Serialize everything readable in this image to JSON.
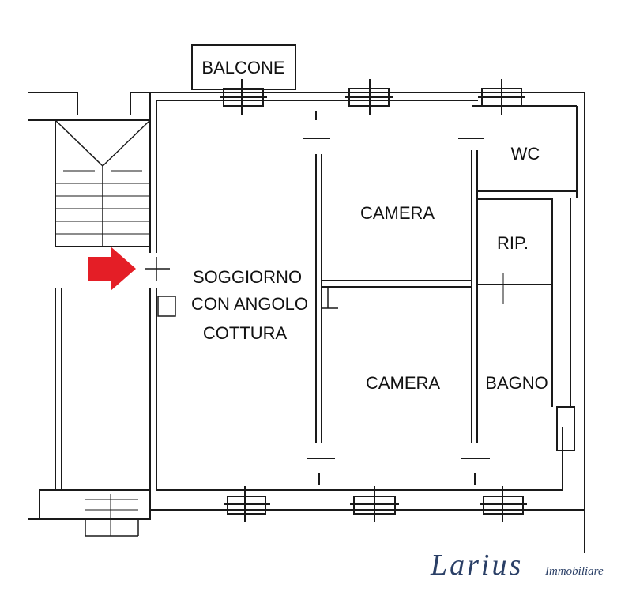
{
  "rooms": {
    "balcony": "BALCONE",
    "wc": "WC",
    "bedroom_top": "CAMERA",
    "storage": "RIP.",
    "living_line1": "SOGGIORNO",
    "living_line2": "CON ANGOLO",
    "living_line3": "COTTURA",
    "bedroom_bottom": "CAMERA",
    "bathroom": "BAGNO"
  },
  "logo": {
    "name": "Larius",
    "tagline": "Immobiliare"
  },
  "colors": {
    "arrow": "#e41e26",
    "walls": "#1a1a1a",
    "logo": "#2a3f66"
  },
  "icons": {
    "entrance": "entrance-arrow-icon"
  }
}
